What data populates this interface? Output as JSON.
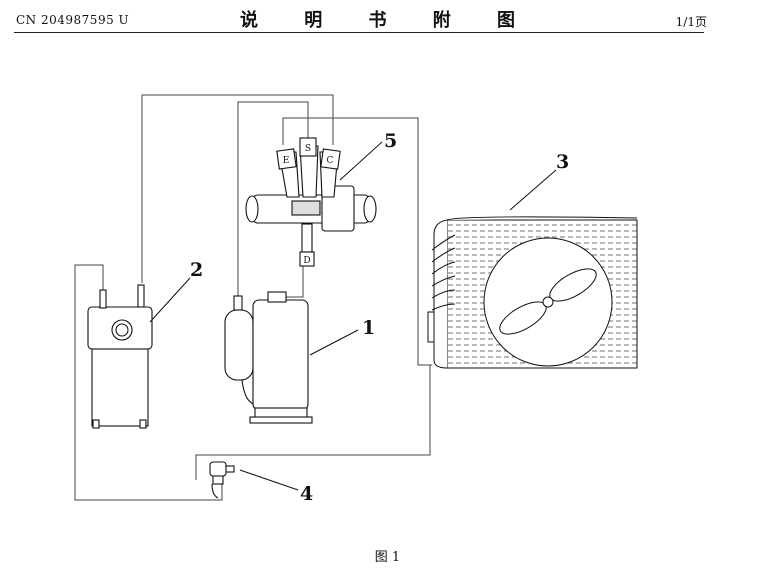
{
  "header": {
    "doc_number": "CN 204987595 U",
    "title": "说 明 书 附 图",
    "page": "1/1页"
  },
  "figure": {
    "caption": "图 1",
    "labels": {
      "one": "1",
      "two": "2",
      "three": "3",
      "four": "4",
      "five": "5"
    },
    "valve_port_e": "E",
    "valve_port_s": "S",
    "valve_port_c": "C",
    "valve_port_d": "D"
  }
}
